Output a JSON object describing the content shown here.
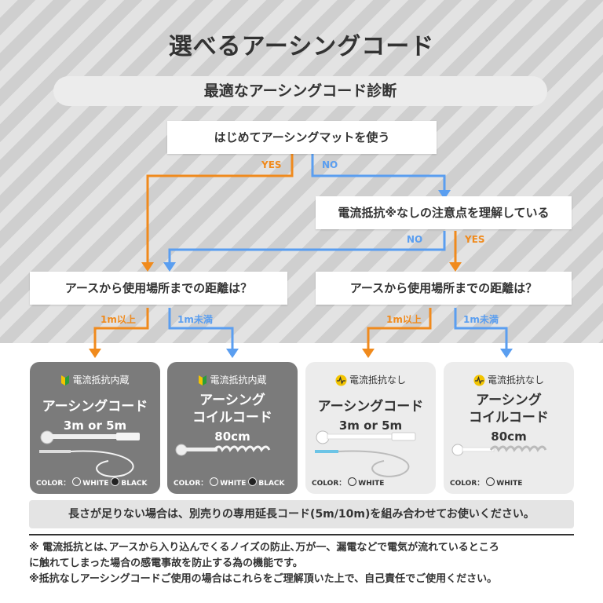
{
  "title": "選べるアーシングコード",
  "diagnosis_title": "最適なアーシングコード診断",
  "flow": {
    "q1": "はじめてアーシングマットを使う",
    "yes": "YES",
    "no": "NO",
    "q2": "電流抵抗※なしの注意点を理解している",
    "q2_no": "NO",
    "q2_yes": "YES",
    "q3_left": "アースから使用場所までの距離は？",
    "q3_right": "アースから使用場所までの距離は？",
    "ge1m_left": "1m以上",
    "lt1m_left": "1m未満",
    "ge1m_right": "1m以上",
    "lt1m_right": "1m未満"
  },
  "colors": {
    "orange": "#f08a1c",
    "blue": "#5a9ef0",
    "dark_card": "#7b7b7b",
    "light_card": "#ececec"
  },
  "cards": [
    {
      "tag": "電流抵抗内蔵",
      "icon": "beginner-mark-icon",
      "name": "アーシングコード",
      "length": "3m or 5m",
      "color_label": "COLOR：",
      "white": "WHITE",
      "black": "BLACK"
    },
    {
      "tag": "電流抵抗内蔵",
      "icon": "beginner-mark-icon",
      "name_line1": "アーシング",
      "name_line2": "コイルコード",
      "length": "80cm",
      "color_label": "COLOR：",
      "white": "WHITE",
      "black": "BLACK"
    },
    {
      "tag": "電流抵抗なし",
      "icon": "warning-pulse-icon",
      "name": "アーシングコード",
      "length": "3m or 5m",
      "color_label": "COLOR：",
      "white": "WHITE"
    },
    {
      "tag": "電流抵抗なし",
      "icon": "warning-pulse-icon",
      "name_line1": "アーシング",
      "name_line2": "コイルコード",
      "length": "80cm",
      "color_label": "COLOR：",
      "white": "WHITE"
    }
  ],
  "note": "長さが足りない場合は、別売りの専用延長コード(5m/10m)を組み合わせてお使いください。",
  "footnotes": [
    "※ 電流抵抗とは､アースから入り込んでくるノイズの防止､万が一、漏電などで電気が流れているところ",
    "に触れてしまった場合の感電事故を防止する為の機能です。",
    "※抵抗なしアーシングコードご使用の場合はこれらをご理解頂いた上で、自己責任でご使用ください。"
  ]
}
